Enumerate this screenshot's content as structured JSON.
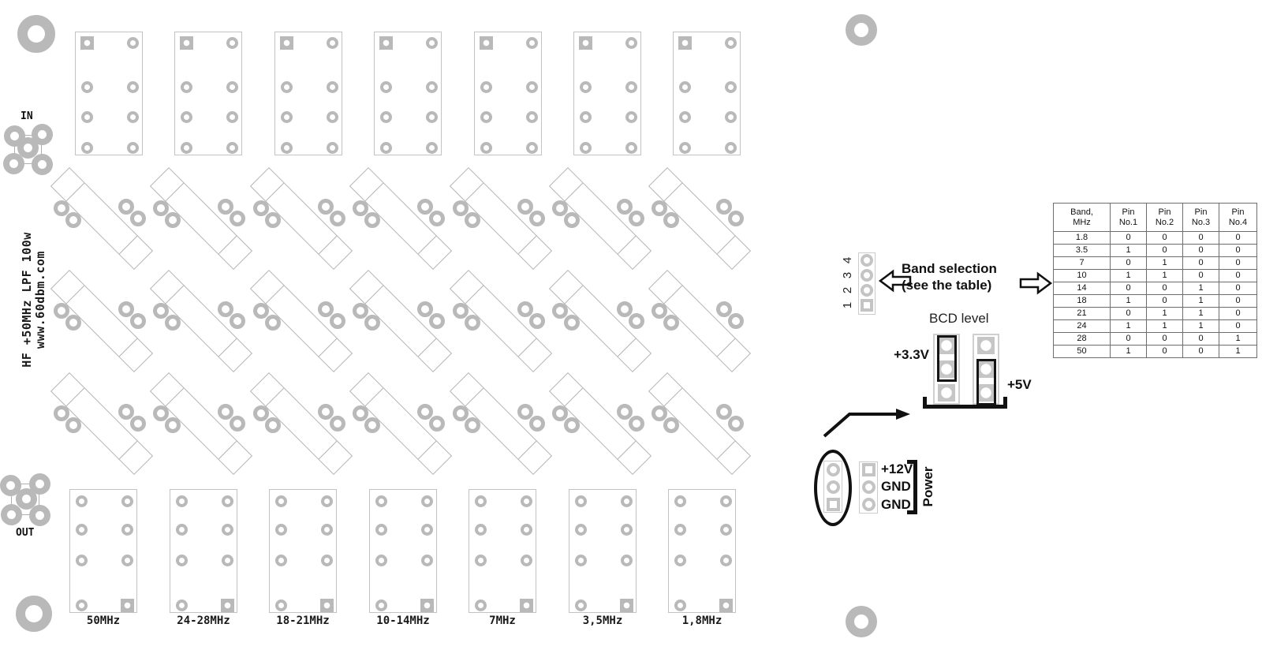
{
  "board": {
    "silkscreen_line1": "HF +50MHz LPF 100w",
    "silkscreen_line2": "www.60dbm.com",
    "in_label": "IN",
    "out_label": "OUT",
    "band_labels": [
      "50MHz",
      "24-28MHz",
      "18-21MHz",
      "10-14MHz",
      "7MHz",
      "3,5MHz",
      "1,8MHz"
    ]
  },
  "band_selection": {
    "pin_numbers": [
      "1",
      "2",
      "3",
      "4"
    ],
    "label_line1": "Band selection",
    "label_line2": "(see the table)"
  },
  "bcd_level": {
    "title": "BCD level",
    "left_jumper_label": "+3.3V",
    "right_jumper_label": "+5V"
  },
  "power": {
    "pin_labels": [
      "+12V",
      "GND",
      "GND"
    ],
    "group_label": "Power"
  },
  "band_table": {
    "headers": [
      [
        "Band,",
        "MHz"
      ],
      [
        "Pin",
        "No.1"
      ],
      [
        "Pin",
        "No.2"
      ],
      [
        "Pin",
        "No.3"
      ],
      [
        "Pin",
        "No.4"
      ]
    ],
    "rows": [
      [
        "1.8",
        "0",
        "0",
        "0",
        "0"
      ],
      [
        "3.5",
        "1",
        "0",
        "0",
        "0"
      ],
      [
        "7",
        "0",
        "1",
        "0",
        "0"
      ],
      [
        "10",
        "1",
        "1",
        "0",
        "0"
      ],
      [
        "14",
        "0",
        "0",
        "1",
        "0"
      ],
      [
        "18",
        "1",
        "0",
        "1",
        "0"
      ],
      [
        "21",
        "0",
        "1",
        "1",
        "0"
      ],
      [
        "24",
        "1",
        "1",
        "1",
        "0"
      ],
      [
        "28",
        "0",
        "0",
        "0",
        "1"
      ],
      [
        "50",
        "1",
        "0",
        "0",
        "1"
      ]
    ]
  },
  "colors": {
    "pad_gray": "#b9b9b9",
    "outline_gray": "#c3c3c3",
    "connector_gray": "#cccccc",
    "ink_black": "#111111"
  }
}
